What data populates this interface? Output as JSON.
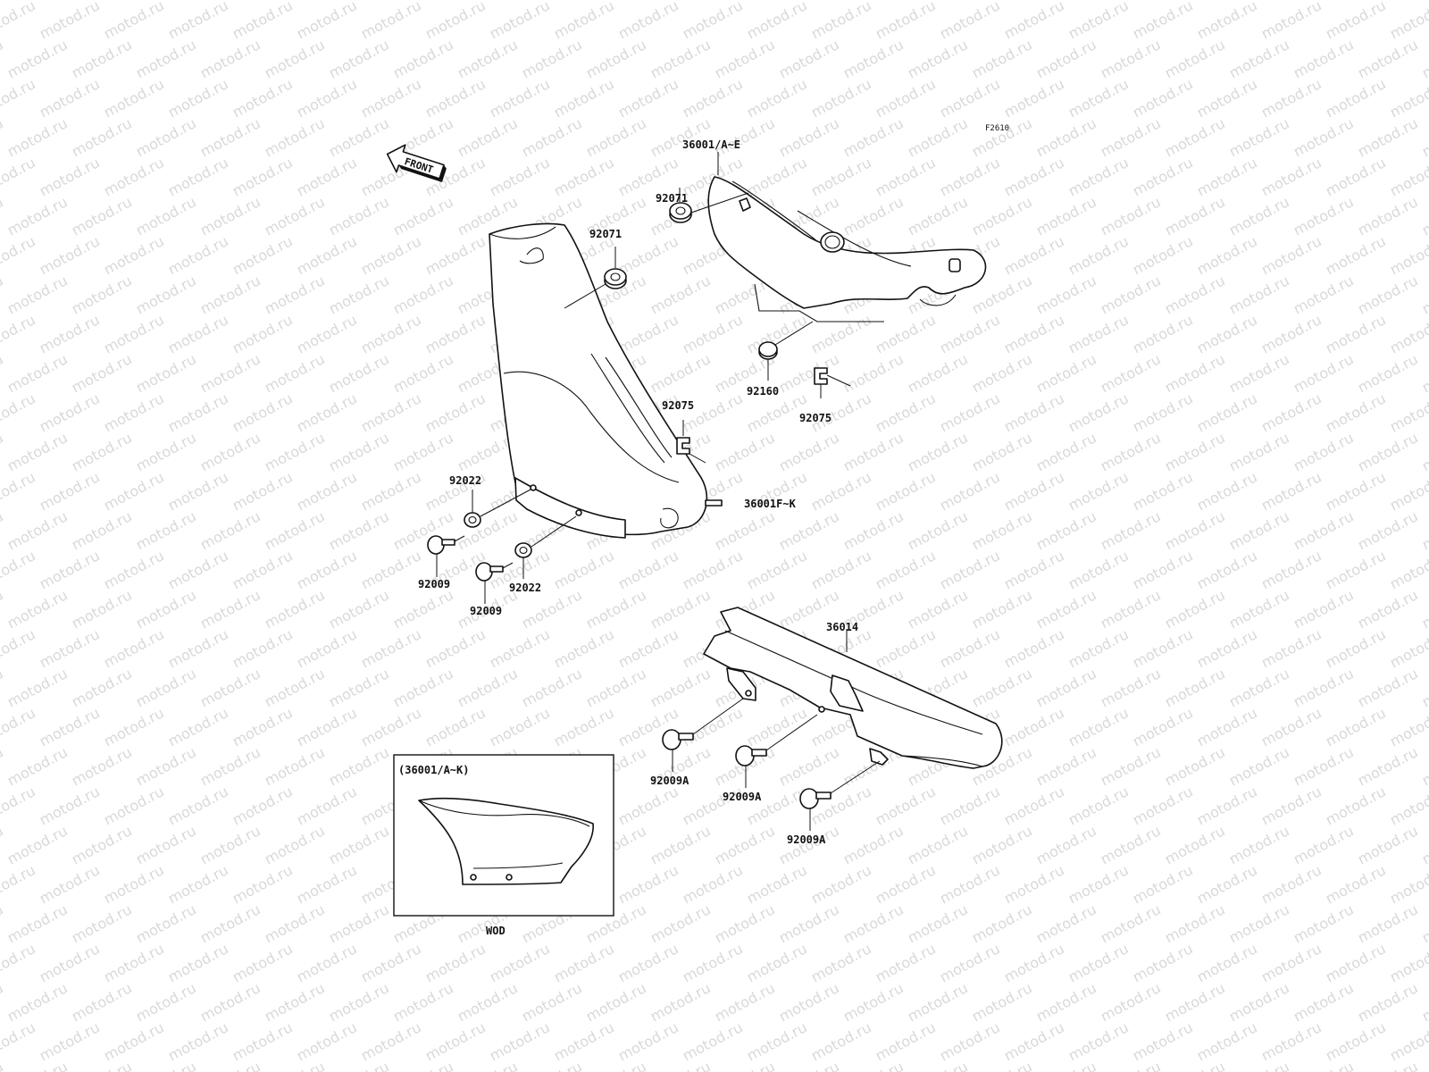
{
  "watermark": {
    "text": "motod.ru",
    "color": "#d9d9d9"
  },
  "figure_code": "F2610",
  "front_label": "FRONT",
  "inset": {
    "title": "(36001/A~K)",
    "caption": "WOD"
  },
  "callouts": {
    "c1": "36001/A~E",
    "c2": "92071",
    "c3": "92071",
    "c4": "92160",
    "c5": "92075",
    "c6": "92075",
    "c7": "92022",
    "c8": "36001F~K",
    "c9": "92009",
    "c10": "92009",
    "c11": "92022",
    "c12": "36014",
    "c13": "92009A",
    "c14": "92009A",
    "c15": "92009A"
  }
}
